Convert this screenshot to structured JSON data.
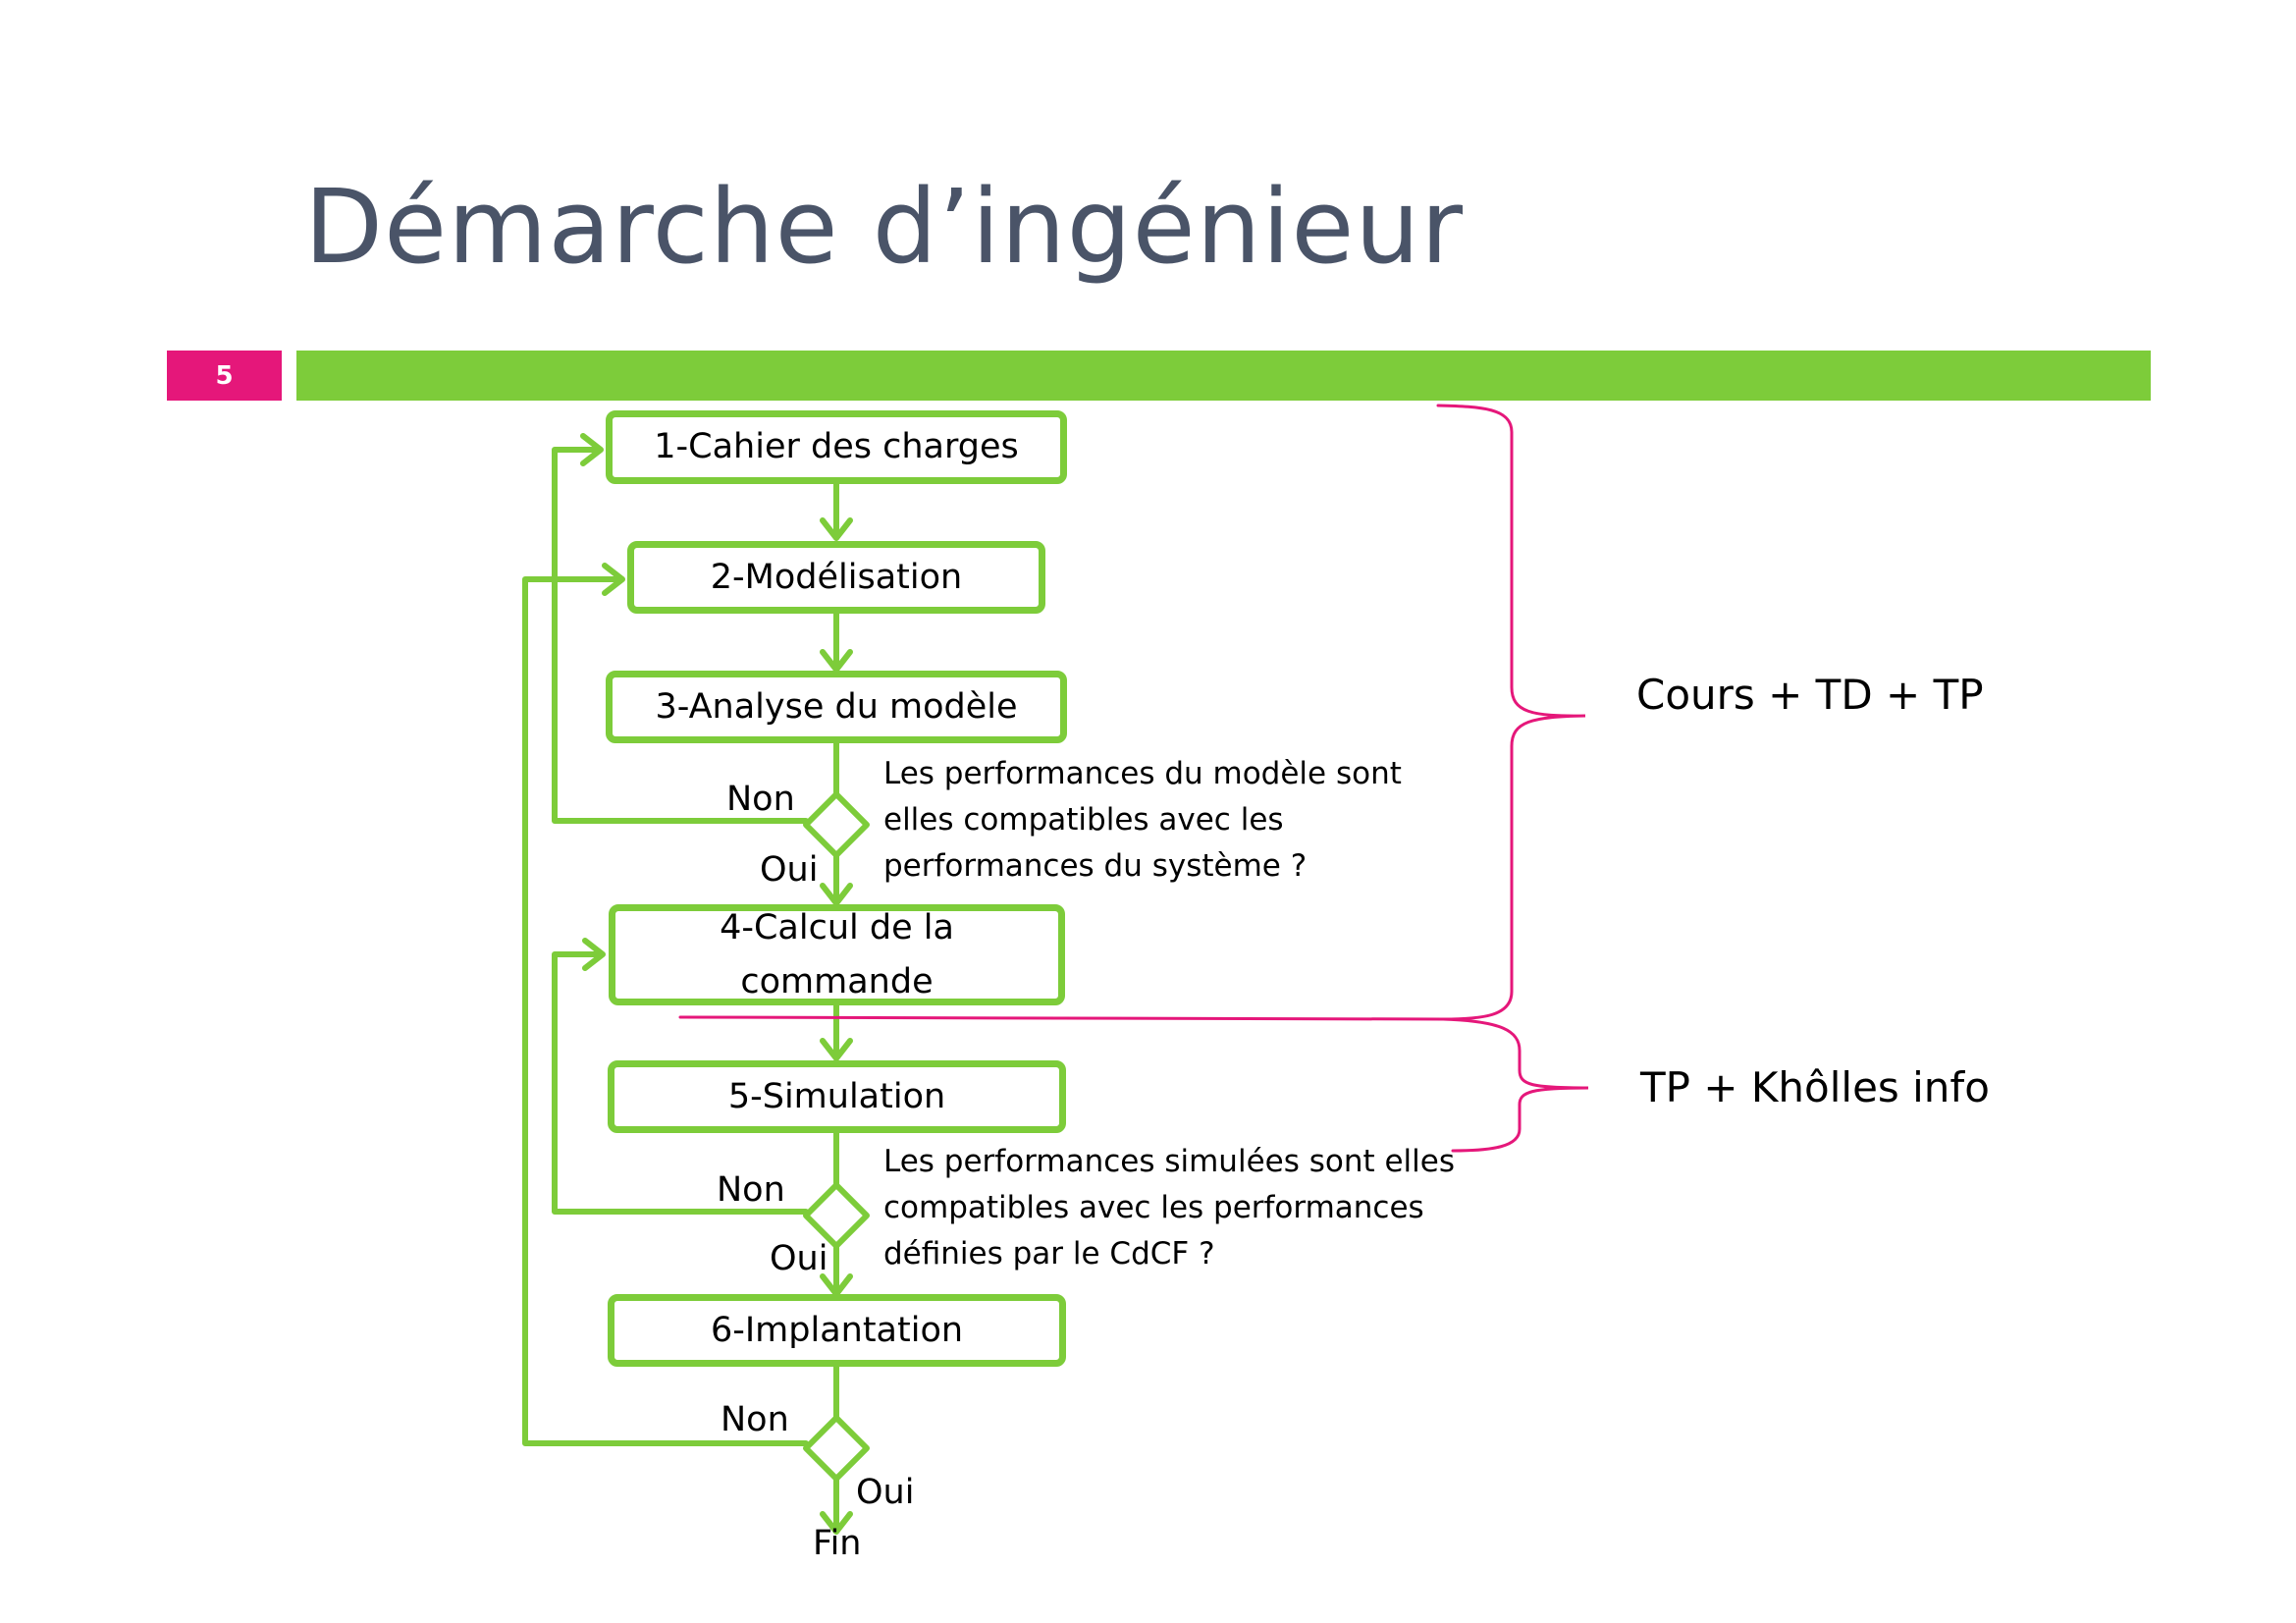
{
  "slide": {
    "title": "Démarche d’ingénieur",
    "page_number": "5"
  },
  "colors": {
    "accent_green": "#7dcc3a",
    "accent_pink": "#e5177a",
    "title_gray": "#4a5468"
  },
  "steps": [
    {
      "label": "1-Cahier des charges"
    },
    {
      "label": "2-Modélisation"
    },
    {
      "label": "3-Analyse du modèle"
    },
    {
      "label": "4-Calcul de la commande"
    },
    {
      "label": "5-Simulation"
    },
    {
      "label": "6-Implantation"
    }
  ],
  "decisions": [
    {
      "question": [
        "Les performances du modèle sont",
        "elles compatibles avec les",
        "performances du système ?"
      ],
      "no": "Non",
      "yes": "Oui"
    },
    {
      "question": [
        "Les performances simulées sont elles",
        "compatibles avec les performances",
        "définies par le CdCF ?"
      ],
      "no": "Non",
      "yes": "Oui"
    },
    {
      "no": "Non",
      "yes": "Oui"
    }
  ],
  "end_label": "Fin",
  "brackets": [
    {
      "label": "Cours + TD + TP"
    },
    {
      "label": "TP + Khôlles info"
    }
  ]
}
